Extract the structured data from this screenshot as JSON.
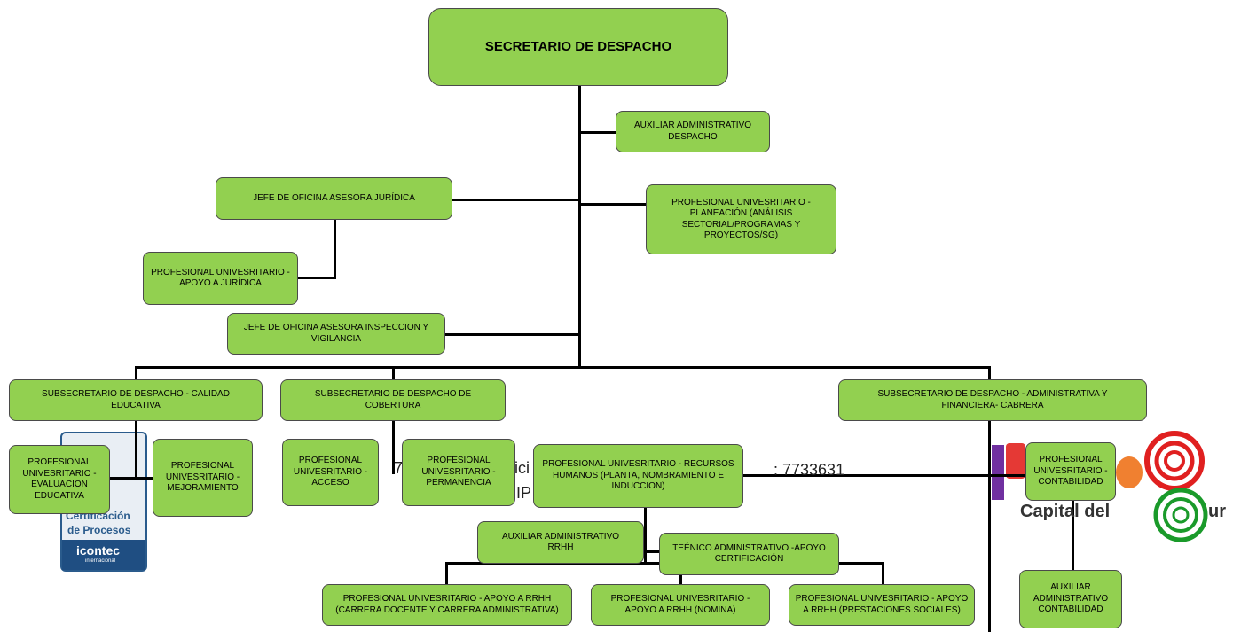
{
  "nodes": {
    "secretario": "SECRETARIO DE DESPACHO",
    "aux_despacho": "AUXILIAR ADMINISTRATIVO\nDESPACHO",
    "jefe_juridica": "JEFE DE OFICINA ASESORA JURÍDICA",
    "prof_planeacion": "PROFESIONAL UNIVESRITARIO -\nPLANEACIÓN (ANÁLISIS\nSECTORIAL/PROGRAMAS Y\nPROYECTOS/SG)",
    "prof_juridica": "PROFESIONAL UNIVESRITARIO -\nAPOYO A JURÍDICA",
    "jefe_inspeccion": "JEFE DE OFICINA ASESORA INSPECCION Y\nVIGILANCIA",
    "sub_calidad": "SUBSECRETARIO DE DESPACHO - CALIDAD\nEDUCATIVA",
    "sub_cobertura": "SUBSECRETARIO DE DESPACHO  DE\nCOBERTURA",
    "sub_admin": "SUBSECRETARIO DE DESPACHO - ADMINISTRATIVA Y\nFINANCIERA- CABRERA",
    "prof_evaluacion": "PROFESIONAL\nUNIVESRITARIO  -\nEVALUACION\nEDUCATIVA",
    "prof_mejoramiento": "PROFESIONAL\nUNIVESRITARIO -\nMEJORAMIENTO",
    "prof_acceso": "PROFESIONAL\nUNIVESRITARIO -\nACCESO",
    "prof_permanencia": "PROFESIONAL\nUNIVESRITARIO -\nPERMANENCIA",
    "prof_rrhh": "PROFESIONAL UNIVESRITARIO - RECURSOS\nHUMANOS (PLANTA, NOMBRAMIENTO E\nINDUCCION)",
    "prof_contabilidad": "PROFESIONAL\nUNIVESRITARIO -\nCONTABILIDAD",
    "aux_rrhh": "AUXILIAR ADMINISTRATIVO\nRRHH",
    "tec_certificacion": "TEÉNICO ADMINISTRATIVO -APOYO\nCERTIFICACIÓN",
    "prof_carrera": "PROFESIONAL UNIVESRITARIO - APOYO A RRHH\n(CARRERA DOCENTE Y CARRERA ADMINISTRATIVA)",
    "prof_nomina": "PROFESIONAL UNIVESRITARIO -\nAPOYO A RRHH (NOMINA)",
    "prof_prestaciones": "PROFESIONAL UNIVESRITARIO - APOYO\nA RRHH (PRESTACIONES SOCIALES)",
    "aux_contabilidad": "AUXILIAR\nADMINISTRATIVO\nCONTABILIDAD"
  },
  "background": {
    "phone_text": ": 7733631",
    "frag_7": "7",
    "frag_ici": "ici",
    "frag_ip": "IP",
    "cert_line1": "Certificación",
    "cert_line2": "de Procesos",
    "icontec": "icontec",
    "icontec_sub": "internacional",
    "capital_text": "Capital del",
    "capital_end": "ur"
  },
  "colors": {
    "node_fill": "#92d050",
    "line": "#000000"
  }
}
